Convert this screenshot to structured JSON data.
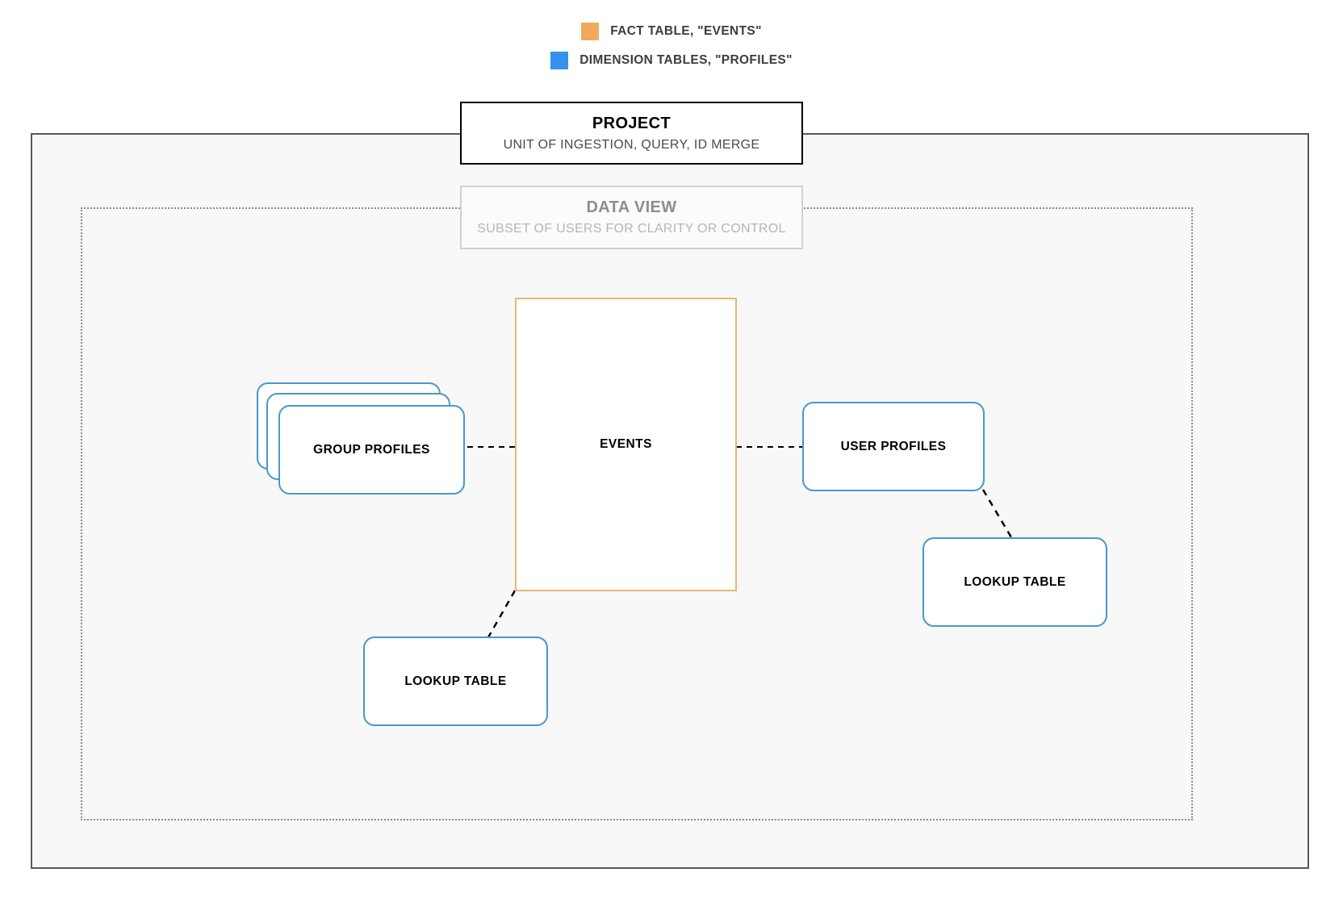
{
  "legend": {
    "items": [
      {
        "label": "FACT TABLE, \"EVENTS\"",
        "color": "#f0a95e",
        "icon": "orange-square-swatch"
      },
      {
        "label": "DIMENSION TABLES, \"PROFILES\"",
        "color": "#3392ec",
        "icon": "blue-square-swatch"
      }
    ]
  },
  "project": {
    "title": "PROJECT",
    "subtitle": "UNIT OF INGESTION, QUERY, ID MERGE",
    "border_color": "#000000"
  },
  "data_view": {
    "title": "DATA VIEW",
    "subtitle": "SUBSET OF USERS FOR CLARITY OR CONTROL",
    "border_color": "#d0d0d0",
    "title_color": "#8d8d8d",
    "subtitle_color": "#b6b6b6"
  },
  "nodes": {
    "events": {
      "label": "EVENTS",
      "color": "#e8b873",
      "shape": "rectangle"
    },
    "group_profiles": {
      "label": "GROUP PROFILES",
      "color": "#4897ce",
      "shape": "stacked-rounded-rectangle",
      "stack_count": 3
    },
    "user_profiles": {
      "label": "USER PROFILES",
      "color": "#4897ce",
      "shape": "rounded-rectangle"
    },
    "lookup_table_left": {
      "label": "LOOKUP TABLE",
      "color": "#4897ce",
      "shape": "rounded-rectangle"
    },
    "lookup_table_right": {
      "label": "LOOKUP TABLE",
      "color": "#4897ce",
      "shape": "rounded-rectangle"
    }
  },
  "containers": {
    "outer": {
      "name": "project-boundary",
      "fill": "#f8f8f8",
      "border_style": "solid",
      "border_color": "#595959"
    },
    "inner": {
      "name": "data-view-boundary",
      "fill": "transparent",
      "border_style": "dotted",
      "border_color": "#8c8c8c"
    }
  },
  "connectors": [
    {
      "name": "group-profiles-to-events",
      "style": "dashed",
      "color": "#000000"
    },
    {
      "name": "events-to-user-profiles",
      "style": "dashed",
      "color": "#000000"
    },
    {
      "name": "events-to-lookup-table-left",
      "style": "dashed",
      "color": "#000000"
    },
    {
      "name": "user-profiles-to-lookup-table-right",
      "style": "dashed",
      "color": "#000000"
    }
  ]
}
